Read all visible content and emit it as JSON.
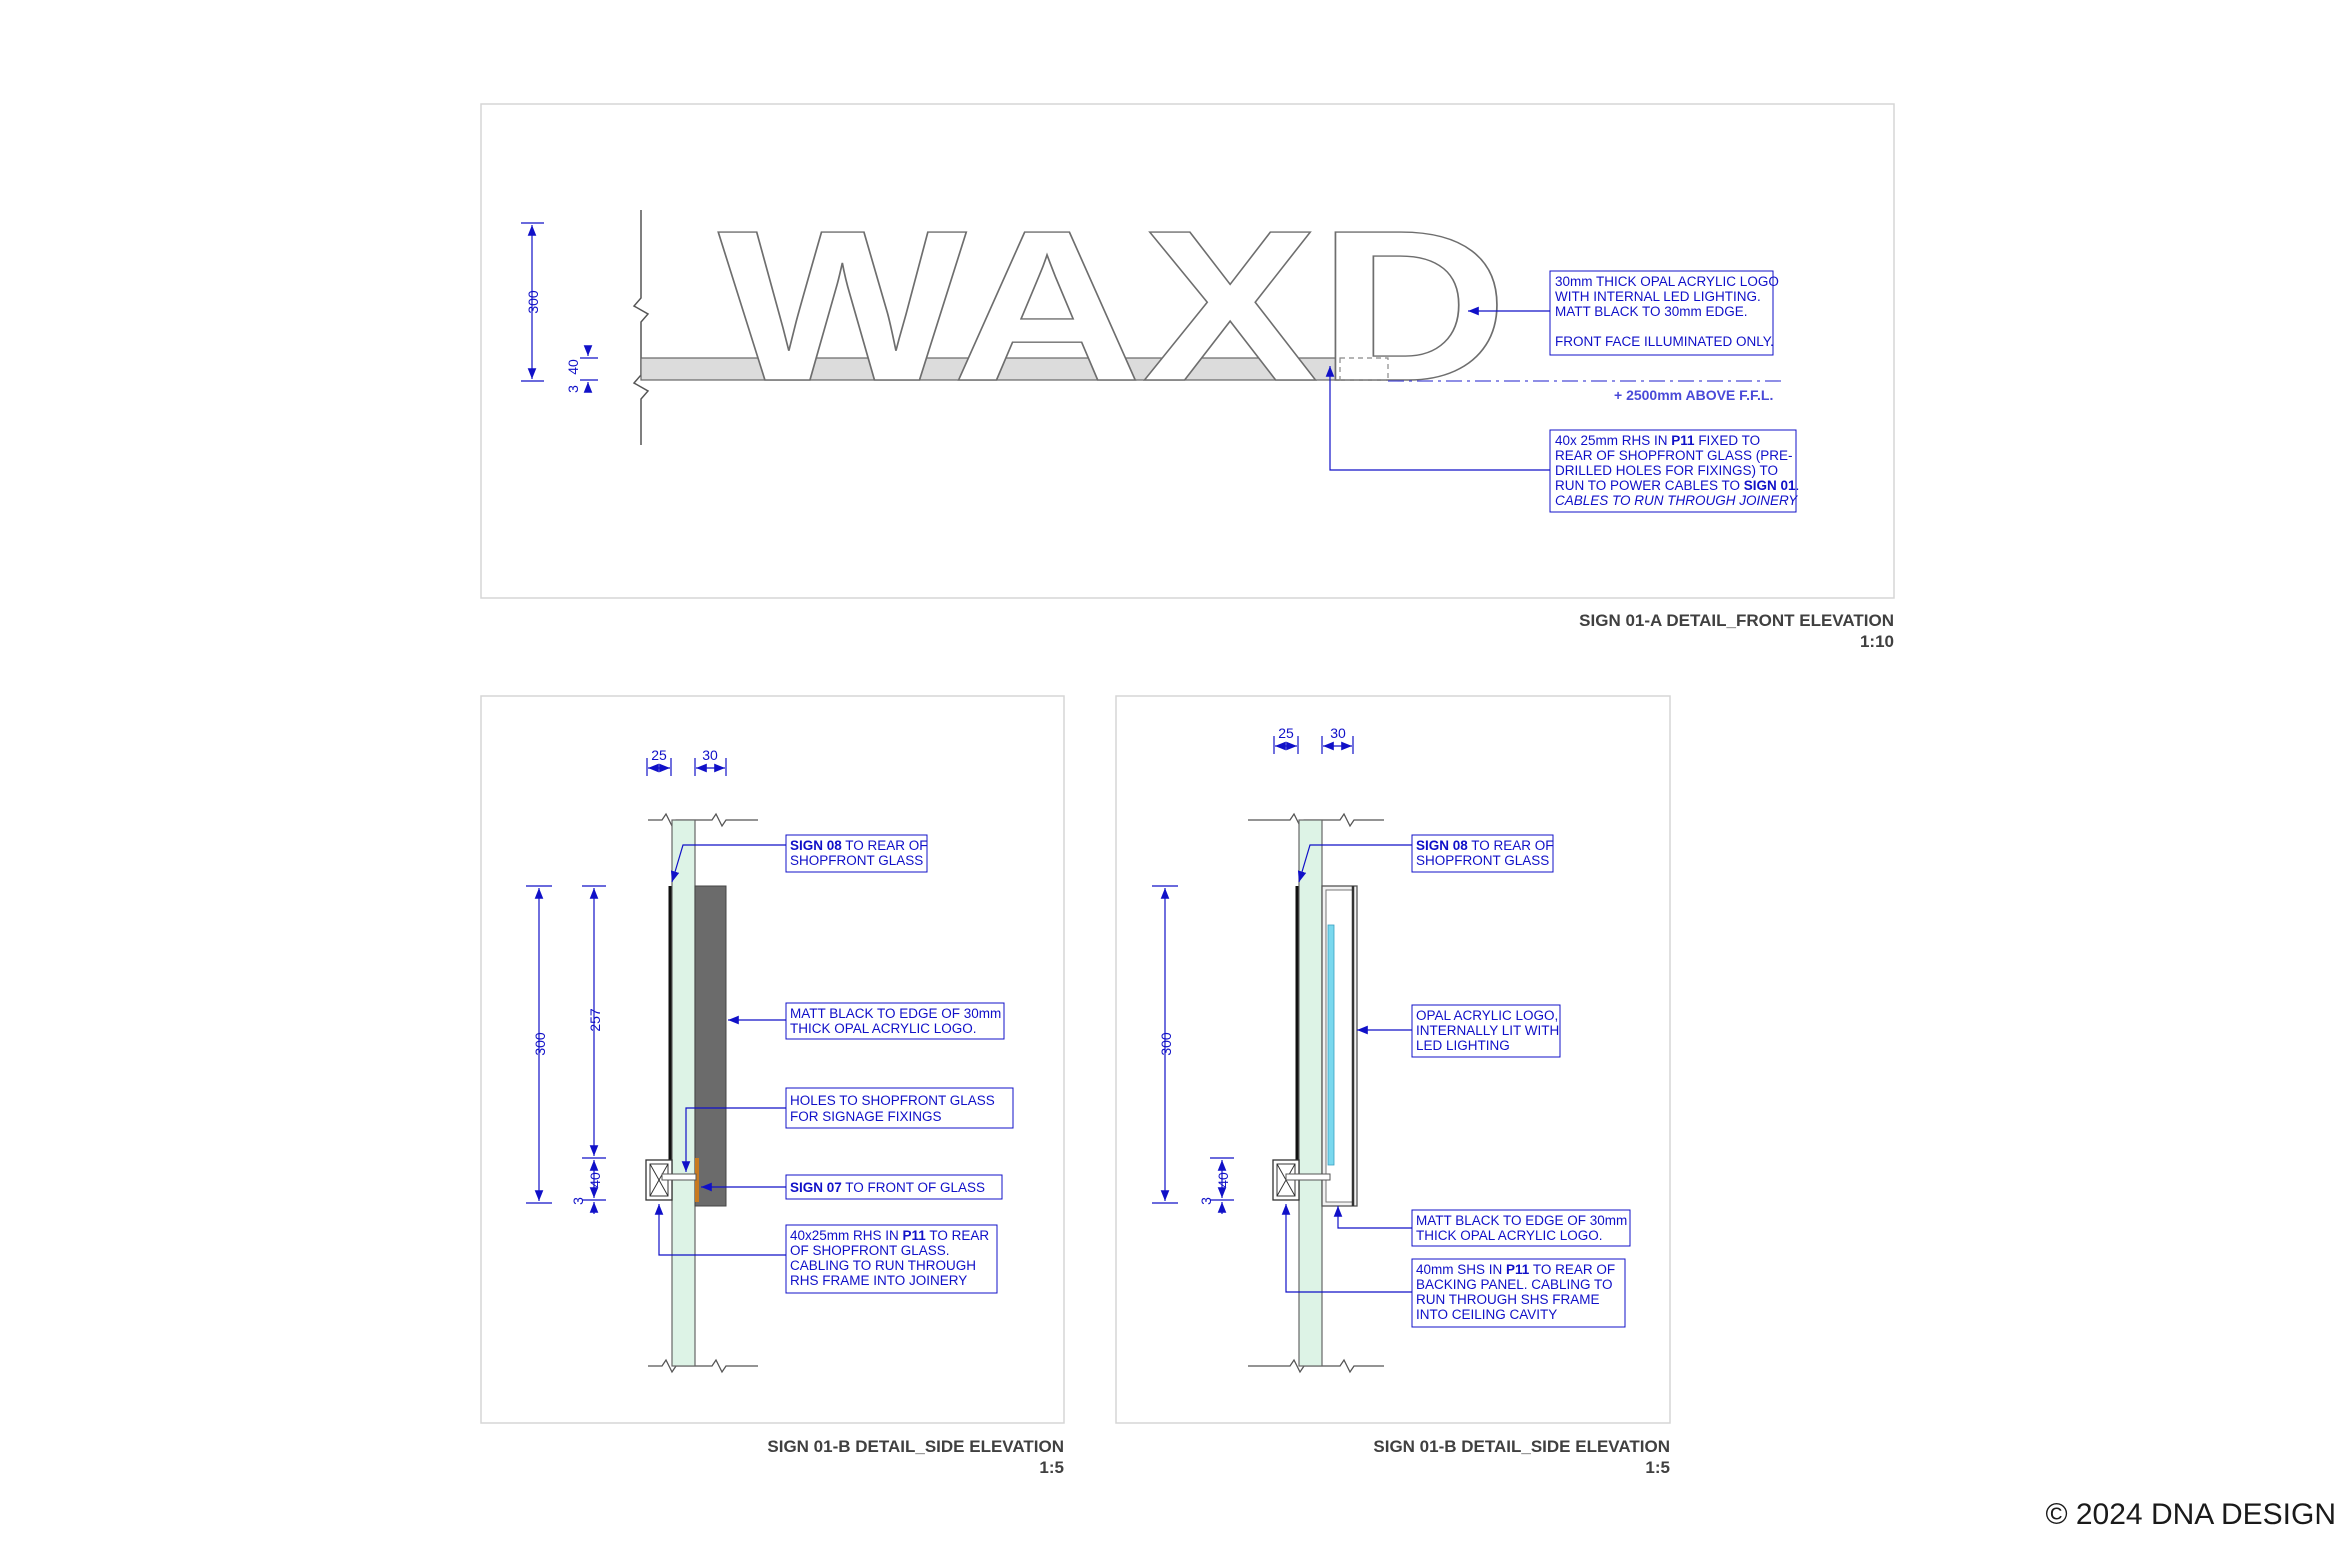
{
  "front": {
    "caption_title": "SIGN 01-A DETAIL_FRONT ELEVATION",
    "caption_scale": "1:10",
    "logo_text": "WAXD",
    "dims": {
      "height": "300",
      "rhs": "40",
      "gap": "3"
    },
    "ffl_label": "+ 2500mm ABOVE F.F.L.",
    "note_logo": {
      "line1": "30mm THICK OPAL ACRYLIC LOGO",
      "line2": "WITH INTERNAL LED LIGHTING.",
      "line3": "MATT BLACK TO 30mm EDGE.",
      "line4": "FRONT FACE ILLUMINATED ONLY."
    },
    "note_rhs": {
      "line1a": "40x 25mm RHS IN ",
      "line1b": "P11",
      "line1c": " FIXED TO",
      "line2": "REAR OF SHOPFRONT GLASS (PRE-",
      "line3": "DRILLED HOLES FOR FIXINGS) TO",
      "line4a": "RUN TO POWER CABLES TO ",
      "line4b": "SIGN 01",
      "line5": "CABLES TO RUN THROUGH JOINERY"
    }
  },
  "side_left": {
    "caption_title": "SIGN 01-B DETAIL_SIDE ELEVATION",
    "caption_scale": "1:5",
    "dims": {
      "top_a": "25",
      "top_b": "30",
      "overall": "300",
      "logo": "257",
      "rhs": "40",
      "gap": "3"
    },
    "note_sign08": {
      "bold": "SIGN 08",
      "rest": " TO REAR OF",
      "line2": "SHOPFRONT GLASS"
    },
    "note_matt": {
      "line1": "MATT BLACK TO EDGE OF 30mm",
      "line2": "THICK OPAL ACRYLIC LOGO."
    },
    "note_holes": {
      "line1": "HOLES TO SHOPFRONT GLASS",
      "line2": "FOR SIGNAGE FIXINGS"
    },
    "note_sign07": {
      "bold": "SIGN 07",
      "rest": " TO FRONT OF GLASS"
    },
    "note_rhs": {
      "line1a": "40x25mm RHS IN ",
      "line1b": "P11",
      "line1c": " TO REAR",
      "line2": "OF SHOPFRONT GLASS.",
      "line3": "CABLING TO RUN THROUGH",
      "line4": "RHS FRAME INTO JOINERY"
    }
  },
  "side_right": {
    "caption_title": "SIGN 01-B DETAIL_SIDE ELEVATION",
    "caption_scale": "1:5",
    "dims": {
      "top_a": "25",
      "top_b": "30",
      "overall": "300",
      "rhs": "40",
      "gap": "3"
    },
    "note_sign08": {
      "bold": "SIGN 08",
      "rest": " TO REAR OF",
      "line2": "SHOPFRONT GLASS"
    },
    "note_opal": {
      "line1": "OPAL ACRYLIC LOGO,",
      "line2": "INTERNALLY LIT WITH",
      "line3": "LED LIGHTING"
    },
    "note_matt": {
      "line1": "MATT BLACK TO EDGE OF 30mm",
      "line2": "THICK OPAL ACRYLIC LOGO."
    },
    "note_shs": {
      "line1a": "40mm SHS IN ",
      "line1b": "P11",
      "line1c": " TO REAR OF",
      "line2": "BACKING PANEL. CABLING TO",
      "line3": "RUN THROUGH SHS FRAME",
      "line4": "INTO CEILING CAVITY"
    }
  },
  "copyright": "© 2024 DNA DESIGN",
  "colors": {
    "annotation": "#1010c8",
    "glass": "#ddf3e6",
    "acrylic_face": "#7ad8ee",
    "edge": "#6b6b6b",
    "sign07": "#c87a20"
  }
}
